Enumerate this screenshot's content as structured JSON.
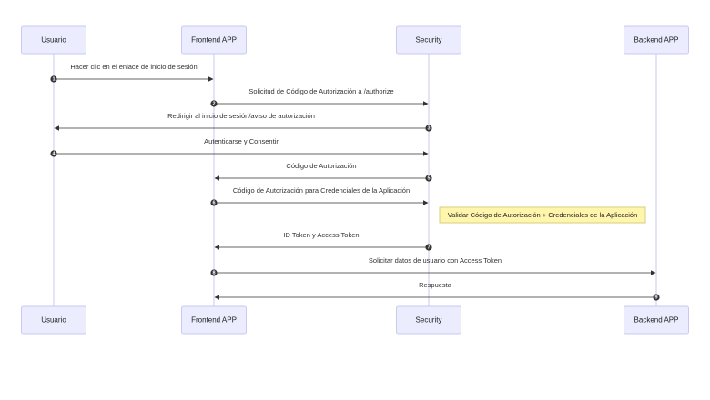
{
  "participants": [
    {
      "id": "usuario",
      "label": "Usuario"
    },
    {
      "id": "frontend",
      "label": "Frontend APP"
    },
    {
      "id": "security",
      "label": "Security"
    },
    {
      "id": "backend",
      "label": "Backend APP"
    }
  ],
  "messages": [
    {
      "num": "1",
      "from": "usuario",
      "to": "frontend",
      "label": "Hacer clic en el enlace de inicio de sesión"
    },
    {
      "num": "2",
      "from": "frontend",
      "to": "security",
      "label": "Solicitud de Código de Autorización a /authorize"
    },
    {
      "num": "3",
      "from": "security",
      "to": "usuario",
      "label": "Redirigir al inicio de sesión/aviso de autorización"
    },
    {
      "num": "4",
      "from": "usuario",
      "to": "security",
      "label": "Autenticarse y Consentir"
    },
    {
      "num": "5",
      "from": "security",
      "to": "frontend",
      "label": "Código de Autorización"
    },
    {
      "num": "6",
      "from": "frontend",
      "to": "security",
      "label": "Código de Autorización para Credenciales de la Aplicación"
    },
    {
      "num": "7",
      "from": "security",
      "to": "frontend",
      "label": "ID Token y Access Token"
    },
    {
      "num": "8",
      "from": "frontend",
      "to": "backend",
      "label": "Solicitar datos de usuario con Access Token"
    },
    {
      "num": "9",
      "from": "backend",
      "to": "frontend",
      "label": "Respuesta"
    }
  ],
  "note": {
    "over": "security",
    "label": "Validar Código de Autorización + Credenciales de la Aplicación"
  },
  "colors": {
    "actor_fill": "#ececff",
    "actor_stroke": "#c9c9f2",
    "note_fill": "#fff5ad",
    "line": "#333333"
  }
}
